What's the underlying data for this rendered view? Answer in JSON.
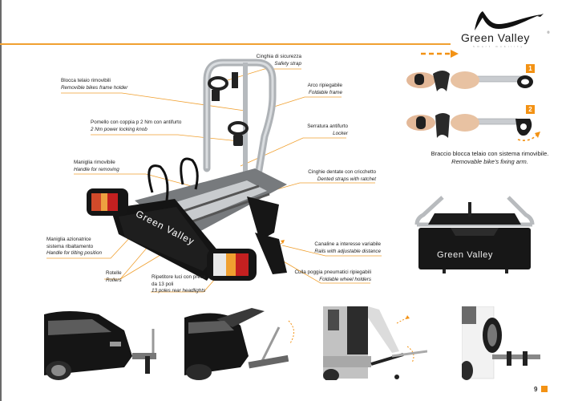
{
  "brand": {
    "name": "Green Valley",
    "tagline": "Smart mobility",
    "registered_mark": "®",
    "accent_color": "#f39214",
    "rule_color": "#f0a030"
  },
  "callouts": [
    {
      "id": "frame-holder",
      "it": "Blocca telaio rimovibili",
      "en": "Removible bikes frame holder"
    },
    {
      "id": "locking-knob",
      "it": "Pomello con coppia p 2 Nm con antifurto",
      "en": "2 Nm power locking knob"
    },
    {
      "id": "handle-removing",
      "it": "Maniglia rimovibile",
      "en": "Handle for removing"
    },
    {
      "id": "handle-tilting",
      "it": "Maniglia azionatrice sistema ribaltamento",
      "it_line1": "Maniglia azionatrice",
      "it_line2": "sistema ribaltamento",
      "en": "Handle for tilting position"
    },
    {
      "id": "rollers",
      "it": "Rotelle",
      "en": "Rollers"
    },
    {
      "id": "headlights",
      "it_line1": "Ripetitore luci con presa",
      "it_line2": "da 13 poli",
      "en": "13 poles rear headlights"
    },
    {
      "id": "safety-strap",
      "it": "Cinghia di sicurezza",
      "en": "Safety strap"
    },
    {
      "id": "foldable-frame",
      "it": "Arco ripiegabile",
      "en": "Foldable frame"
    },
    {
      "id": "locker",
      "it": "Serratura antifurto",
      "en": "Locker"
    },
    {
      "id": "dented-straps",
      "it": "Cinghie dentate con cricchetto",
      "en": "Dented straps with ratchet"
    },
    {
      "id": "rails",
      "it": "Canaline a interesse variabile",
      "en": "Rails with adjustable distance"
    },
    {
      "id": "wheel-holders",
      "it": "Culla poggia pneumatici ripiegabili",
      "en": "Foldable wheel holders"
    }
  ],
  "fixing_arm": {
    "steps": [
      "1",
      "2"
    ],
    "caption_it": "Braccio blocca telaio con sistema rimovibile.",
    "caption_en": "Removable bike's fixing arm."
  },
  "front_view": {
    "logo_text": "Green Valley"
  },
  "rack_logo_text": "Green Valley",
  "bottom_photos": [
    {
      "name": "rack-mounted-suv"
    },
    {
      "name": "rack-tilted-trunk-open"
    },
    {
      "name": "rack-tilted-van-door-open"
    },
    {
      "name": "rack-offroad-vehicle"
    }
  ],
  "page_number": "9"
}
